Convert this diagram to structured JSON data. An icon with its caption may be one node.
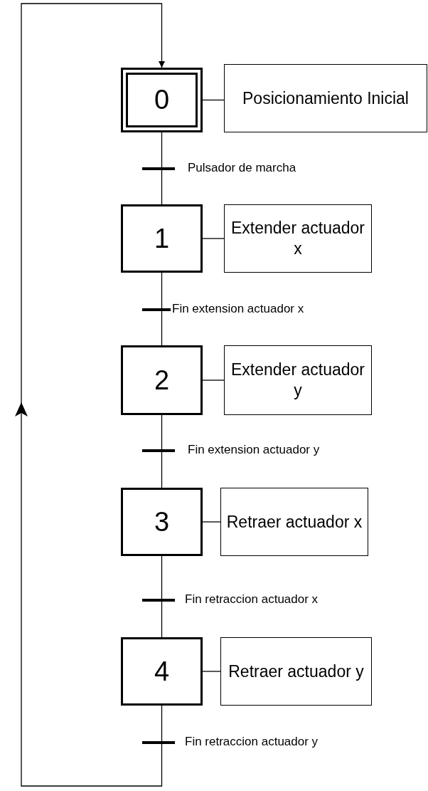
{
  "diagram": {
    "nodes": [
      {
        "text": [
          "0"
        ]
      },
      {
        "text": [
          "Posicionamiento Inicial"
        ]
      },
      {
        "text": [
          "1"
        ]
      },
      {
        "text": [
          "Extender actuador x"
        ]
      },
      {
        "text": [
          "2"
        ]
      },
      {
        "text": [
          "Extender actuador y"
        ]
      },
      {
        "text": [
          "3"
        ]
      },
      {
        "text": [
          "Retraer actuador x"
        ]
      },
      {
        "text": [
          "4"
        ]
      },
      {
        "text": [
          "Retraer actuador y"
        ]
      }
    ],
    "edges": [
      {
        "from": 0,
        "to": 1,
        "arrow": "none"
      },
      {
        "from": 0,
        "to": 2,
        "arrow": "none",
        "label": "Pulsador de marcha"
      },
      {
        "from": 2,
        "to": 3,
        "arrow": "none"
      },
      {
        "from": 2,
        "to": 4,
        "arrow": "none",
        "label": "Fin extension actuador x"
      },
      {
        "from": 4,
        "to": 5,
        "arrow": "none"
      },
      {
        "from": 4,
        "to": 6,
        "arrow": "none",
        "label": "Fin extension actuador y"
      },
      {
        "from": 6,
        "to": 7,
        "arrow": "none"
      },
      {
        "from": 6,
        "to": 8,
        "arrow": "none",
        "label": "Fin retraccion actuador x"
      },
      {
        "from": 8,
        "to": 9,
        "arrow": "none"
      },
      {
        "from": 8,
        "to": 0,
        "arrow": "to",
        "label": "Fin retraccion actuador y"
      }
    ]
  }
}
